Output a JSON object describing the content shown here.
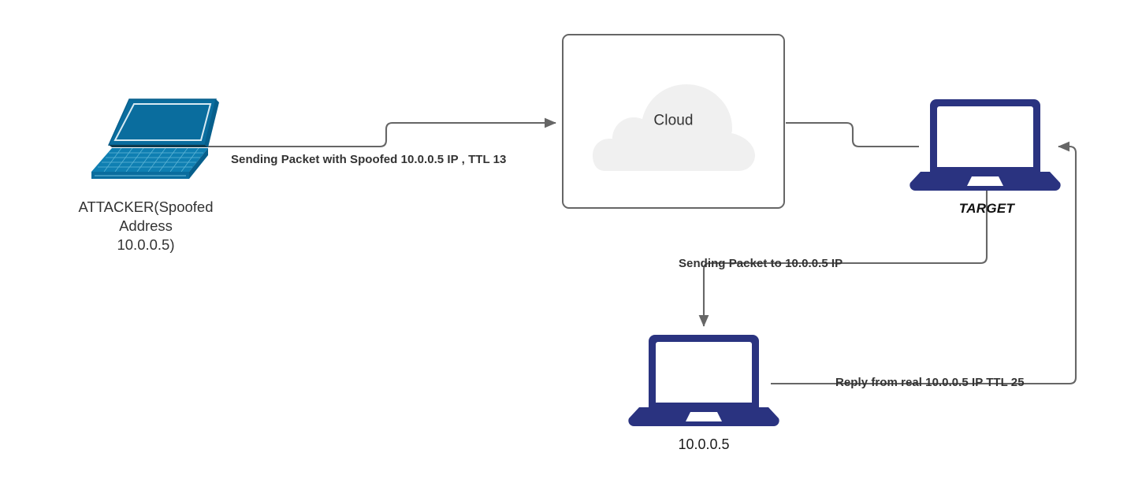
{
  "diagram": {
    "title": "IP Spoofing / TTL Reply Diagram",
    "background": "#ffffff",
    "colors": {
      "attacker_teal": "#0a6d9e",
      "attacker_teal_light": "#2c87b4",
      "attacker_teal_dark": "#075f8c",
      "device_navy": "#2a3380",
      "wire_gray": "#666666",
      "text_dark": "#333333",
      "cloud_fill": "#f0f0f0",
      "box_border": "#666666"
    }
  },
  "nodes": {
    "attacker": {
      "icon": "isometric-laptop-icon",
      "caption": "ATTACKER(Spoofed\nAddress\n10.0.0.5)"
    },
    "cloud": {
      "icon": "cloud-icon",
      "label": "Cloud"
    },
    "target": {
      "icon": "laptop-icon",
      "caption": "TARGET"
    },
    "victim": {
      "icon": "laptop-icon",
      "caption": "10.0.0.5"
    }
  },
  "edges": [
    {
      "id": "attacker-to-cloud",
      "label": "Sending Packet with Spoofed 10.0.0.5 IP , TTL 13",
      "from": "attacker",
      "to": "cloud",
      "arrow": "end"
    },
    {
      "id": "cloud-to-target",
      "label": "",
      "from": "cloud",
      "to": "target",
      "arrow": "none"
    },
    {
      "id": "target-to-victim",
      "label": "Sending Packet to 10.0.0.5 IP",
      "from": "target",
      "to": "victim",
      "arrow": "end"
    },
    {
      "id": "victim-to-target",
      "label": "Reply from real 10.0.0.5 IP TTL 25",
      "from": "victim",
      "to": "target",
      "arrow": "end"
    }
  ]
}
